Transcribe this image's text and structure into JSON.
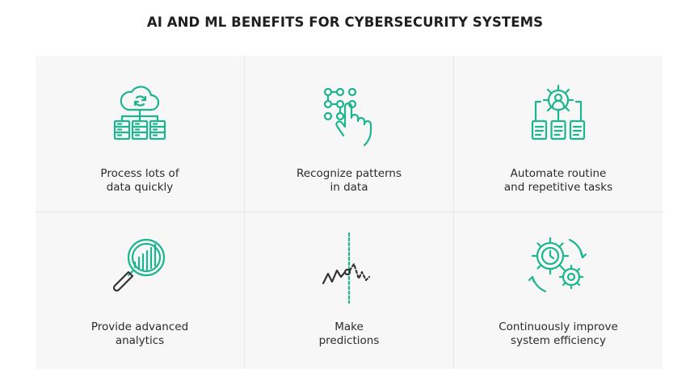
{
  "title": "AI AND ML BENEFITS FOR CYBERSECURITY SYSTEMS",
  "accent_color": "#1db58f",
  "cells": [
    {
      "icon": "cloud-servers-icon",
      "line1": "Process lots of",
      "line2": "data quickly"
    },
    {
      "icon": "pattern-touch-icon",
      "line1": "Recognize patterns",
      "line2": "in data"
    },
    {
      "icon": "gear-user-documents-icon",
      "line1": "Automate routine",
      "line2": "and repetitive tasks"
    },
    {
      "icon": "magnifier-chart-icon",
      "line1": "Provide advanced",
      "line2": "analytics"
    },
    {
      "icon": "prediction-line-icon",
      "line1": "Make",
      "line2": "predictions"
    },
    {
      "icon": "gears-clock-cycle-icon",
      "line1": "Continuously improve",
      "line2": "system efficiency"
    }
  ]
}
